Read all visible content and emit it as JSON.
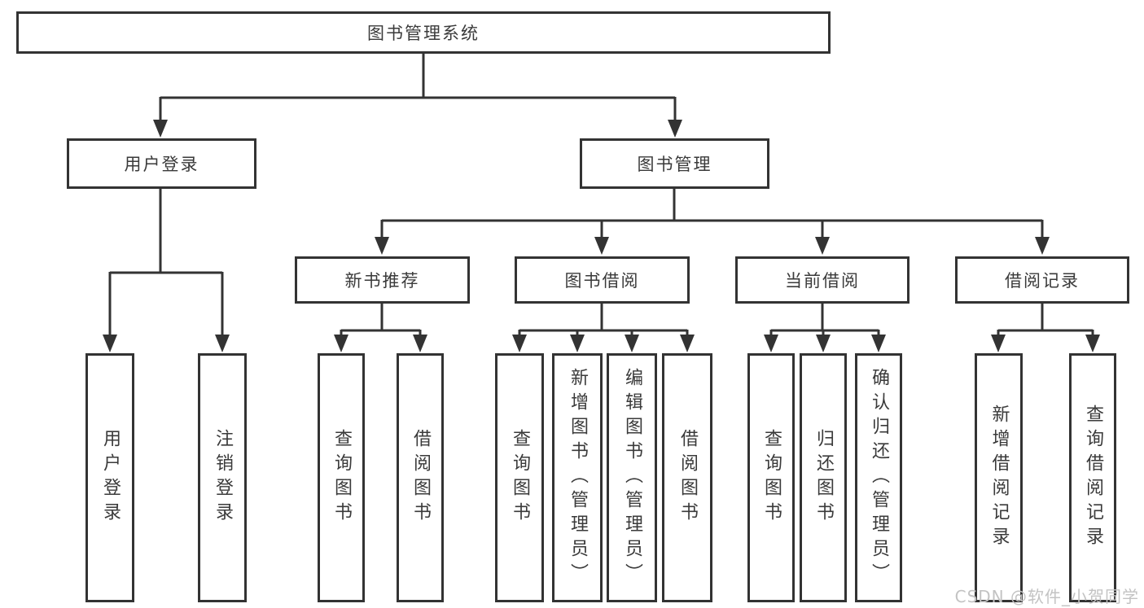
{
  "diagram": {
    "root": "图书管理系统",
    "level2": {
      "user_login": "用户登录",
      "book_mgmt": "图书管理"
    },
    "level3": {
      "new_books": "新书推荐",
      "borrow": "图书借阅",
      "current": "当前借阅",
      "records": "借阅记录"
    },
    "leaves": {
      "login": "用户登录",
      "logout": "注销登录",
      "query_books_recommend": "查询图书",
      "borrow_books_recommend": "借阅图书",
      "query_books_borrow": "查询图书",
      "add_books_admin": "新增图书（管理员）",
      "edit_books_admin": "编辑图书（管理员）",
      "borrow_books_borrow": "借阅图书",
      "query_books_current": "查询图书",
      "return_books": "归还图书",
      "confirm_return_admin": "确认归还（管理员）",
      "add_borrow_record": "新增借阅记录",
      "query_borrow_record": "查询借阅记录"
    }
  },
  "watermark": "CSDN @软件_小贺同学",
  "colors": {
    "line": "#333333",
    "text": "#3a3a3a",
    "background": "#ffffff",
    "watermark": "#c3c3c3"
  }
}
